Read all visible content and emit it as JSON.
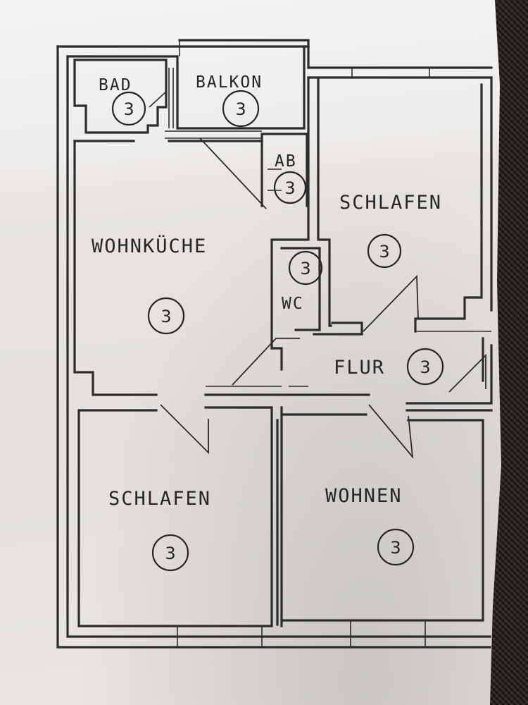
{
  "rooms": [
    {
      "id": "bad",
      "label": "BAD",
      "badge": "3"
    },
    {
      "id": "balkon",
      "label": "BALKON",
      "badge": "3"
    },
    {
      "id": "ab",
      "label": "AB",
      "badge": "3"
    },
    {
      "id": "schlafen_top",
      "label": "SCHLAFEN",
      "badge": "3"
    },
    {
      "id": "wohnkueche",
      "label": "WOHNKÜCHE",
      "badge": "3"
    },
    {
      "id": "wc",
      "label": "WC",
      "badge": "3"
    },
    {
      "id": "flur",
      "label": "FLUR",
      "badge": "3"
    },
    {
      "id": "schlafen_bottom",
      "label": "SCHLAFEN",
      "badge": "3"
    },
    {
      "id": "wohnen",
      "label": "WOHNEN",
      "badge": "3"
    }
  ]
}
